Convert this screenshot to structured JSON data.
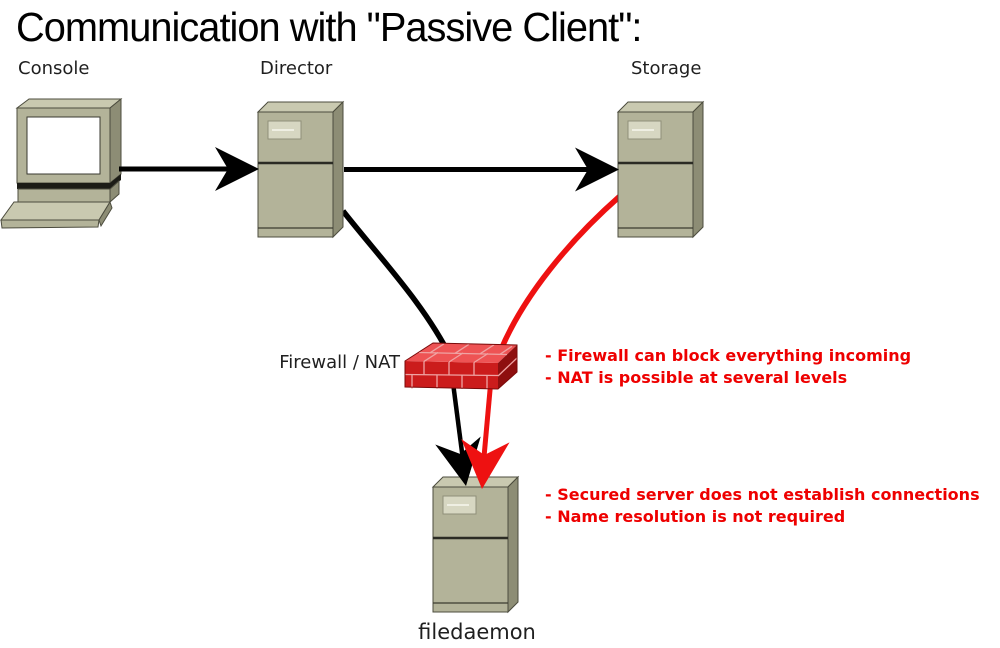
{
  "title": "Communication with \"Passive Client\":",
  "nodes": {
    "console": {
      "label": "Console",
      "icon": "desktop-computer-icon"
    },
    "director": {
      "label": "Director",
      "icon": "server-tower-icon"
    },
    "storage": {
      "label": "Storage",
      "icon": "server-tower-icon"
    },
    "firewall": {
      "label": "Firewall / NAT",
      "icon": "brick-wall-icon"
    },
    "filedaemon": {
      "label": "filedaemon",
      "icon": "server-tower-icon"
    }
  },
  "connections": [
    {
      "from": "console",
      "to": "director",
      "color": "black",
      "style": "straight-arrow"
    },
    {
      "from": "director",
      "to": "storage",
      "color": "black",
      "style": "straight-arrow"
    },
    {
      "from": "director",
      "to": "filedaemon",
      "color": "black",
      "style": "curved-arrow",
      "through": "firewall"
    },
    {
      "from": "storage",
      "to": "filedaemon",
      "color": "red",
      "style": "curved-arrow",
      "through": "firewall"
    }
  ],
  "notes": {
    "firewall_block": [
      "- Firewall can block everything incoming",
      "- NAT is possible at several levels"
    ],
    "filedaemon_block": [
      "- Secured server does not establish connections",
      "- Name resolution is not required"
    ]
  },
  "colors": {
    "note_red": "#ee0000",
    "line_black": "#000000",
    "line_red": "#ee1111",
    "server_front": "#b3b399",
    "server_top": "#c9c9b0",
    "server_side": "#8d8d75",
    "server_panel": "#d7d7c2",
    "outline": "#4c4c3e",
    "firewall_front": "#cb1c1c",
    "firewall_top": "#ee5354",
    "firewall_side": "#8e0f0f",
    "mortar": "#efa3a3",
    "screen_white": "#ffffff",
    "label_dark": "#1f1f1f"
  }
}
